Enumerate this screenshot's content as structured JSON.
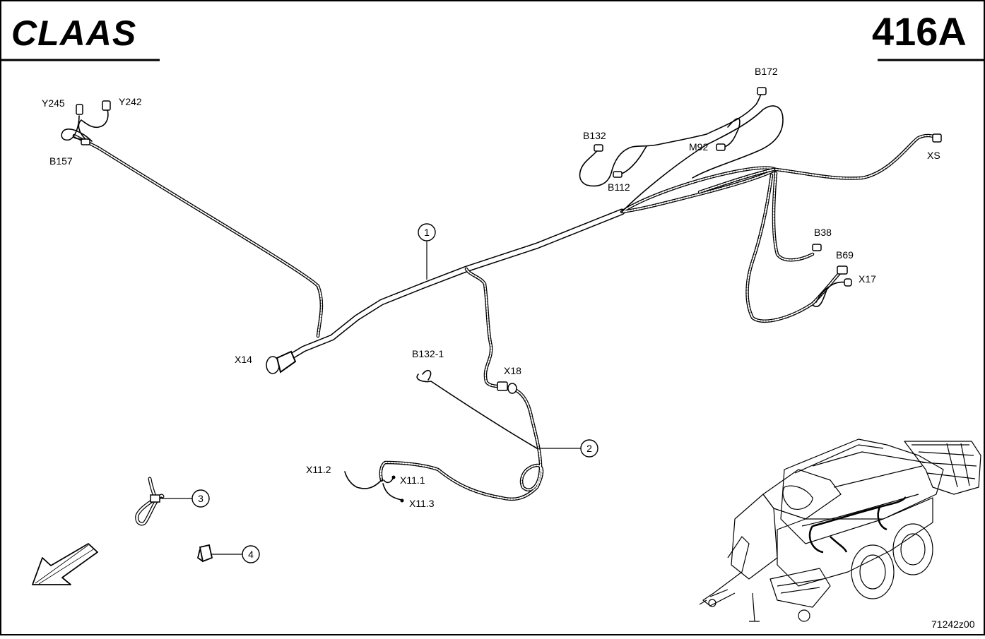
{
  "header": {
    "brand": "CLAAS",
    "page_number": "416A"
  },
  "drawing": {
    "connectors": {
      "y245": "Y245",
      "y242": "Y242",
      "b157": "B157",
      "b172": "B172",
      "b132": "B132",
      "m92": "M92",
      "b112": "B112",
      "xs": "XS",
      "b38": "B38",
      "b69": "B69",
      "x17": "X17",
      "x14": "X14",
      "b132_1": "B132-1",
      "x18": "X18",
      "x11_2": "X11.2",
      "x11_1": "X11.1",
      "x11_3": "X11.3"
    },
    "callouts": [
      "1",
      "2",
      "3",
      "4"
    ]
  },
  "footer": {
    "drawing_code": "71242z00"
  }
}
